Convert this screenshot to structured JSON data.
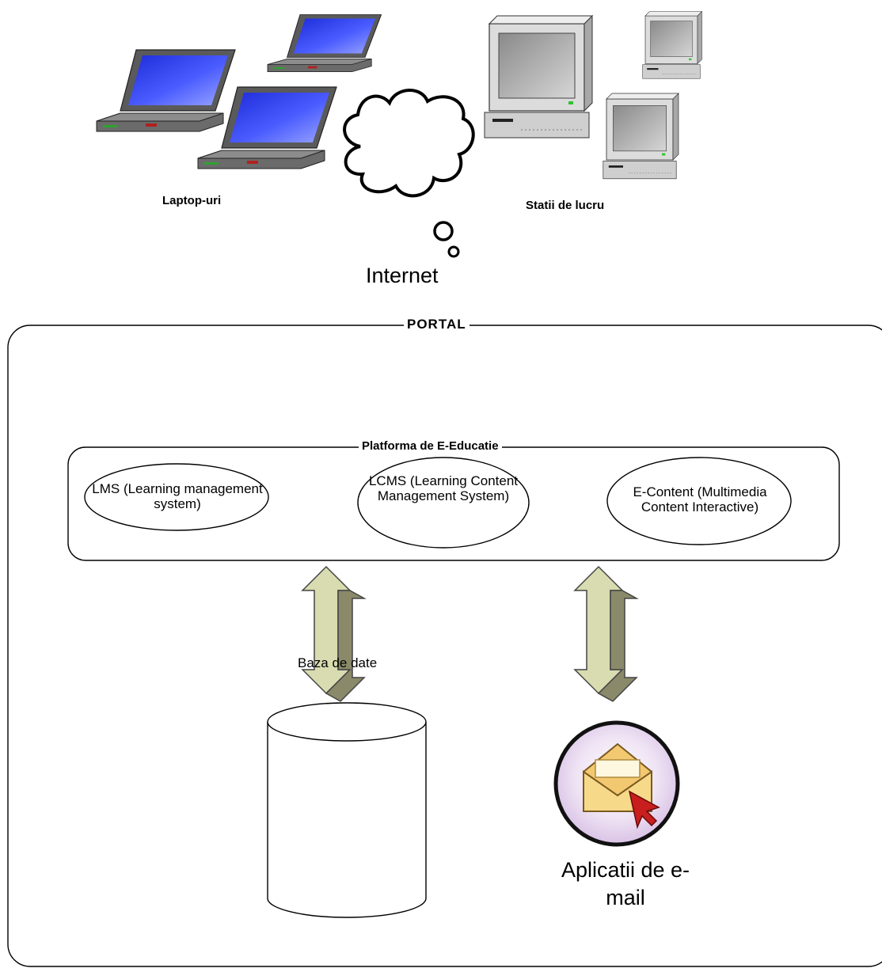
{
  "clients": {
    "laptops_label": "Laptop-uri",
    "workstations_label": "Statii de lucru",
    "laptop_icon": "laptop-icon",
    "workstation_icon": "desktop-computer-icon"
  },
  "network": {
    "internet_label": "Internet",
    "cloud_icon": "cloud-icon"
  },
  "portal": {
    "title": "PORTAL",
    "platform": {
      "title": "Platforma de E-Educatie",
      "modules": [
        {
          "label": "LMS (Learning management system)"
        },
        {
          "label": "LCMS (Learning Content Management System)"
        },
        {
          "label": "E-Content (Multimedia Content Interactive)"
        }
      ]
    },
    "database": {
      "label": "Baza de date",
      "icon": "database-cylinder-icon"
    },
    "email": {
      "label": "Aplicatii de e-mail",
      "icon": "email-envelope-icon"
    }
  },
  "colors": {
    "screen_blue": "#2a3cff",
    "arrow_fill": "#d8dcb0",
    "arrow_shade": "#8a8a6a",
    "email_circle": "#e8d6f0",
    "cursor_red": "#c81e1e",
    "envelope": "#f2c870"
  }
}
